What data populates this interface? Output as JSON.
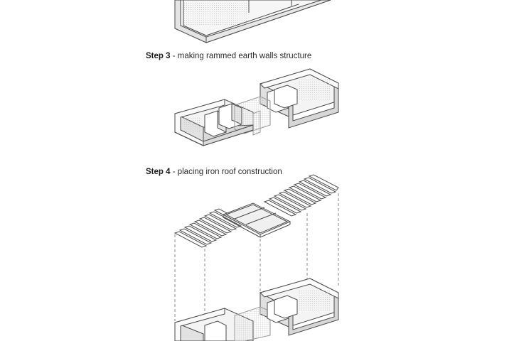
{
  "steps": [
    {
      "label": "Step 3",
      "text": " - making rammed earth walls structure"
    },
    {
      "label": "Step 4",
      "text": " - placing iron roof construction"
    }
  ],
  "colors": {
    "line": "#4a4a4a",
    "wall_top": "#ffffff",
    "wall_side": "#e2e2e2",
    "floor": "#f4f4f4",
    "hatch": "#b9b9b9",
    "guide": "#8a8a8a"
  }
}
